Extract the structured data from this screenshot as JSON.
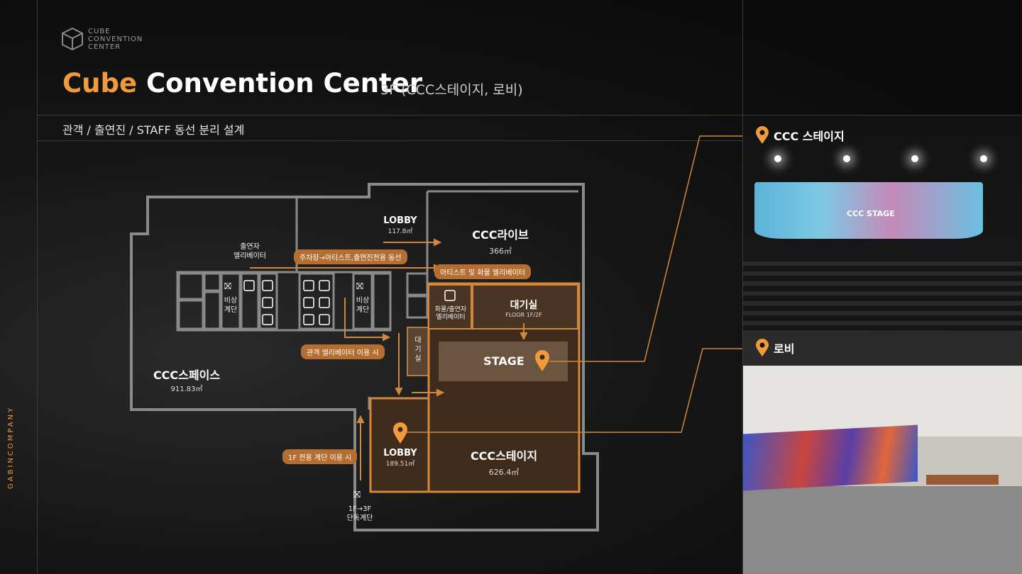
{
  "brand": {
    "logo_lines": [
      "CUBE",
      "CONVENTION",
      "CENTER"
    ],
    "side_text": "GABINCOMPANY"
  },
  "header": {
    "title_accent": "Cube",
    "title_main": "Convention Center",
    "subtitle": "3F (CCC스테이지, 로비)"
  },
  "section_title": "관객 / 출연진 / STAFF 동선 분리 설계",
  "floorplan": {
    "rooms": {
      "ccc_space": {
        "name": "CCC스페이스",
        "area": "911.83㎡"
      },
      "lobby_top": {
        "name": "LOBBY",
        "area": "117.8㎡"
      },
      "ccc_live": {
        "name": "CCC라이브",
        "area": "366㎡"
      },
      "waiting": {
        "name": "대기실",
        "floor": "FLOOR 1F/2F"
      },
      "stage": {
        "name": "STAGE"
      },
      "lobby_bottom": {
        "name": "LOBBY",
        "area": "189.51㎡"
      },
      "ccc_stage": {
        "name": "CCC스테이지",
        "area": "626.4㎡"
      }
    },
    "labels": {
      "performer_elevator": "출연자\n엘리베이터",
      "emergency_stairs_1": "비상\n계단",
      "emergency_stairs_2": "비상\n계단",
      "cargo_elevator": "화물/출연자\n엘리베이터",
      "waiting_small": "대\n기\n실",
      "stairs_1f3f": "1F→3F\n단독계단"
    },
    "pills": {
      "parking_route": "주차장→아티스트,출연진전용 동선",
      "artist_elevator": "아티스트 및 화물 엘리베이터",
      "audience_elevator": "관객 엘리베이터 이용 시",
      "stairs_route": "1F 전용 계단 이용 시"
    }
  },
  "photos": [
    {
      "label": "CCC 스테이지",
      "screen_text": "CCC STAGE"
    },
    {
      "label": "로비"
    }
  ],
  "colors": {
    "accent": "#f09a3c",
    "pill": "#b56e32",
    "outline": "#8a8a8a"
  }
}
